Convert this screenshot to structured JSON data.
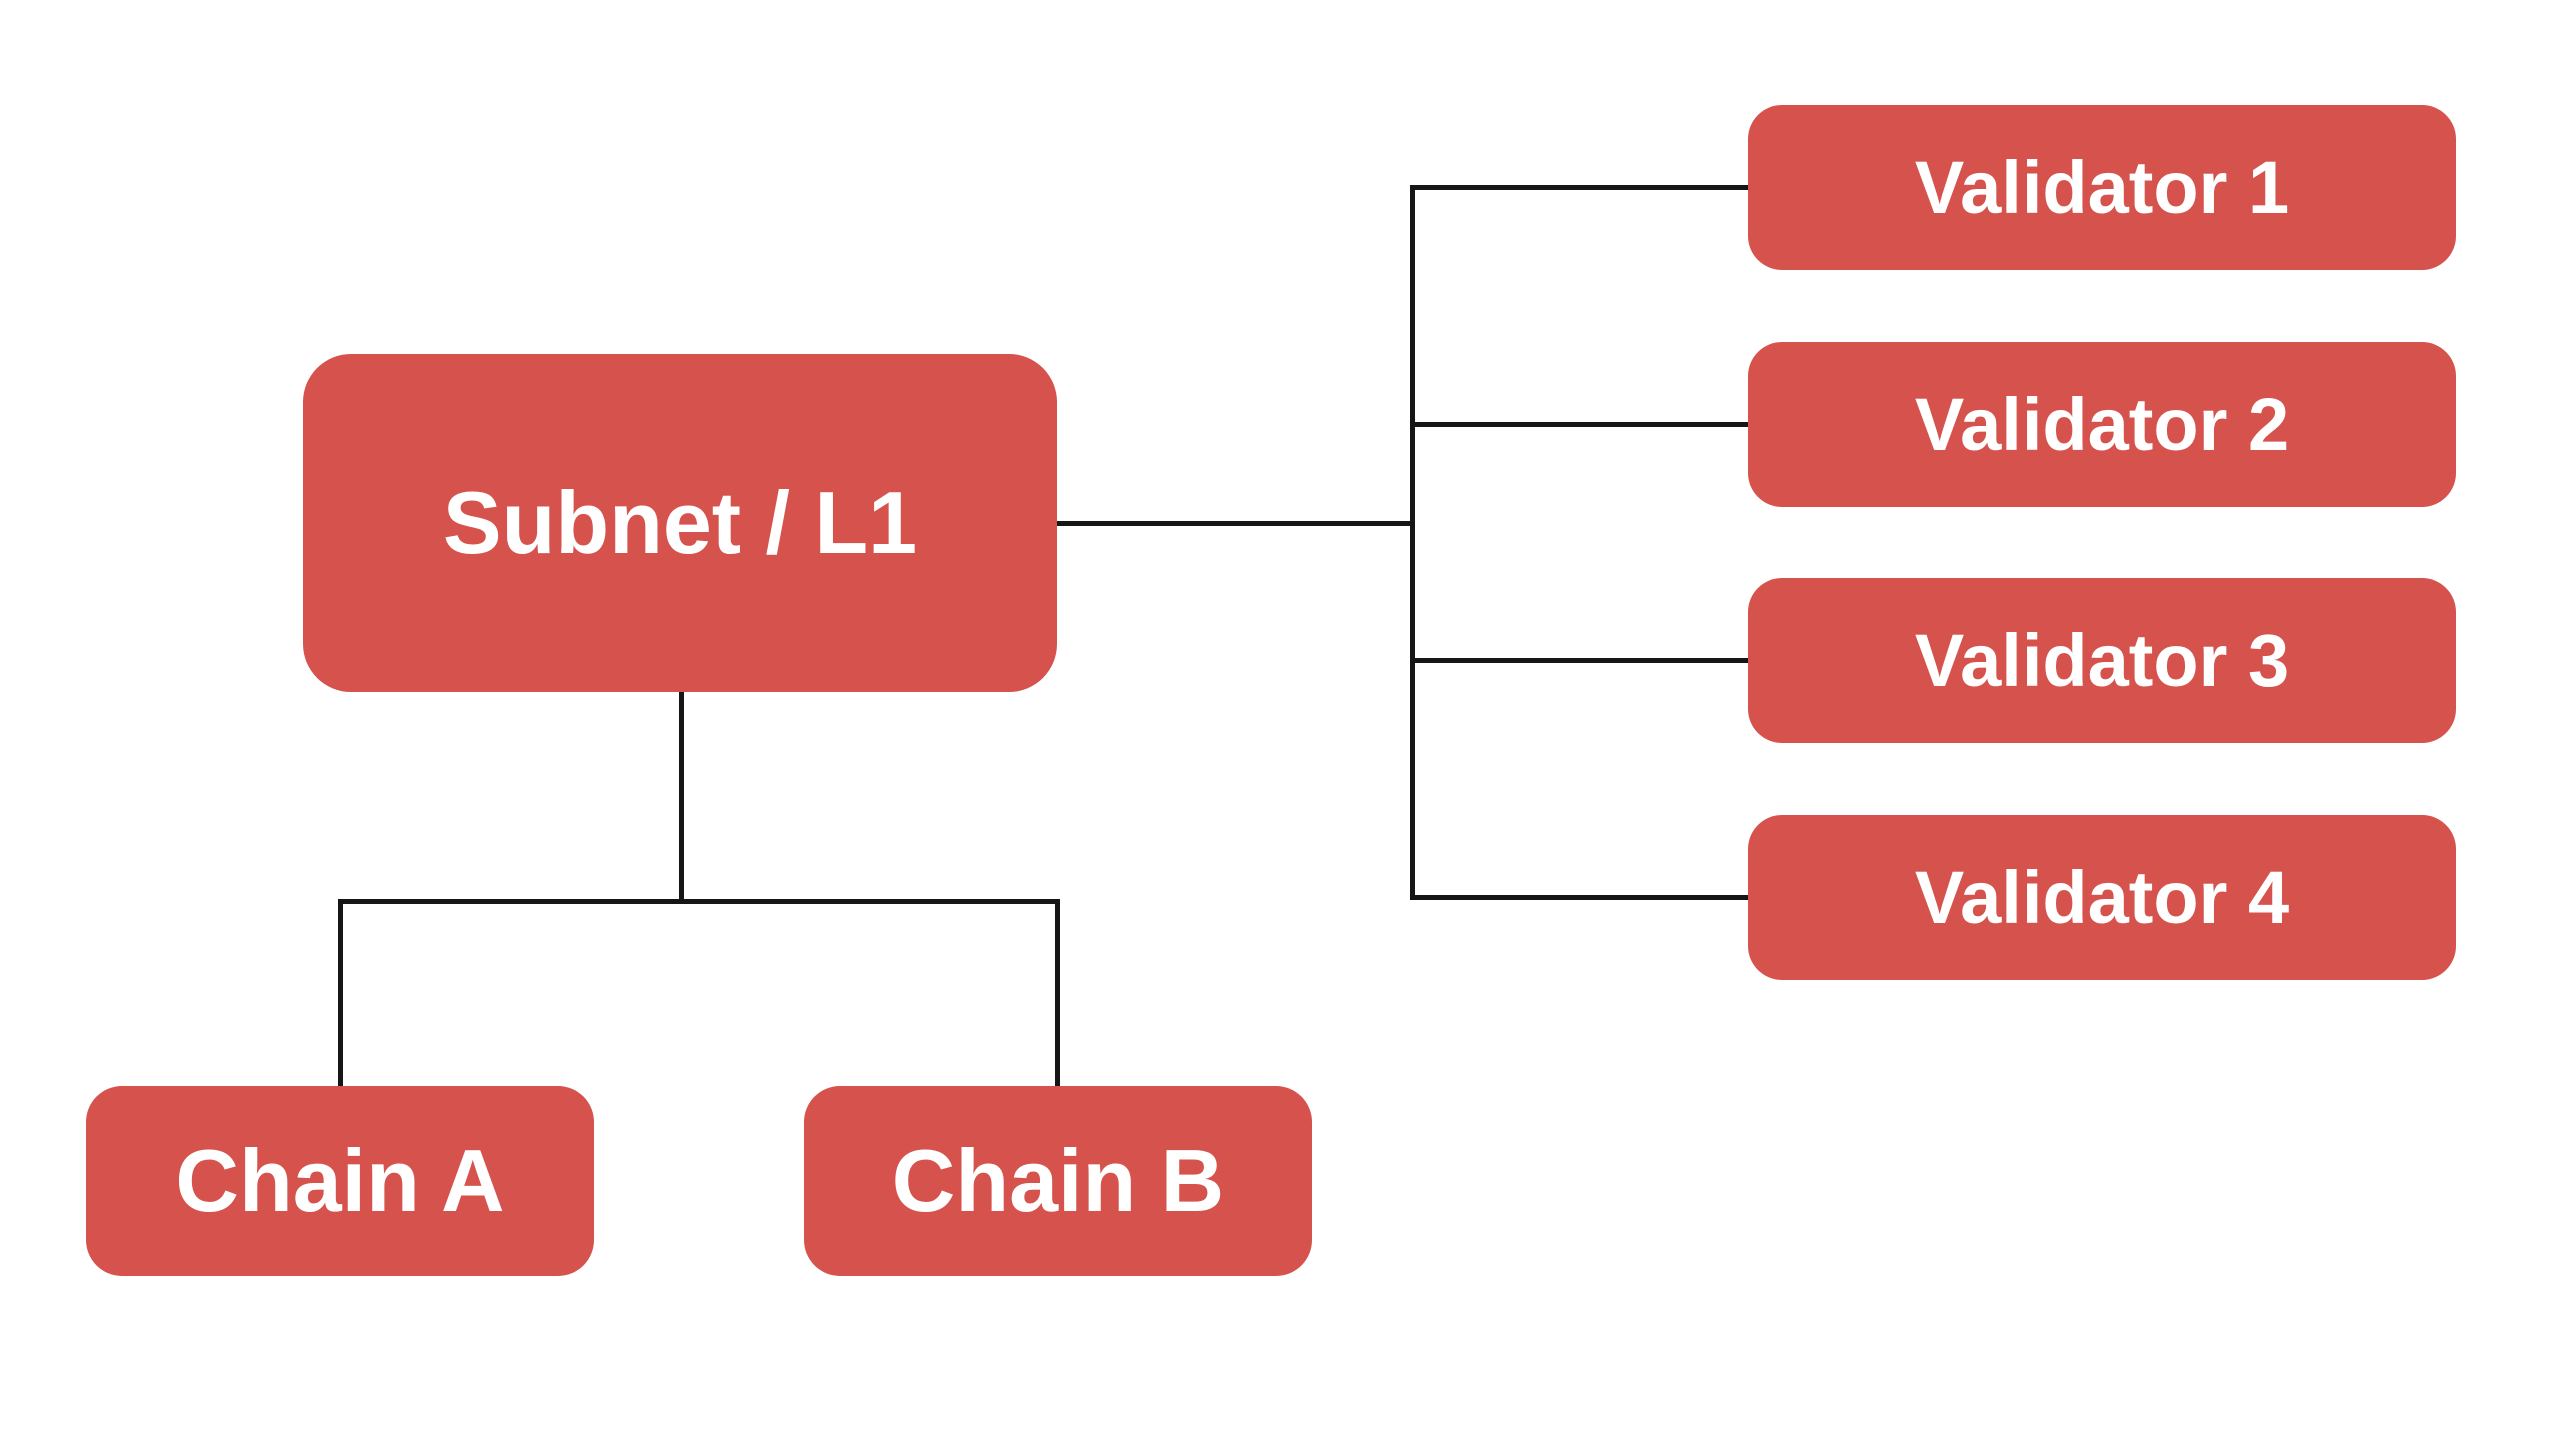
{
  "diagram": {
    "background_color": "#ffffff",
    "node_fill_color": "#D5534C",
    "node_text_color": "#ffffff",
    "connector_color": "#161616",
    "nodes": {
      "subnet": {
        "label": "Subnet / L1"
      },
      "chain_a": {
        "label": "Chain A"
      },
      "chain_b": {
        "label": "Chain B"
      },
      "validator_1": {
        "label": "Validator 1"
      },
      "validator_2": {
        "label": "Validator 2"
      },
      "validator_3": {
        "label": "Validator 3"
      },
      "validator_4": {
        "label": "Validator 4"
      }
    }
  }
}
